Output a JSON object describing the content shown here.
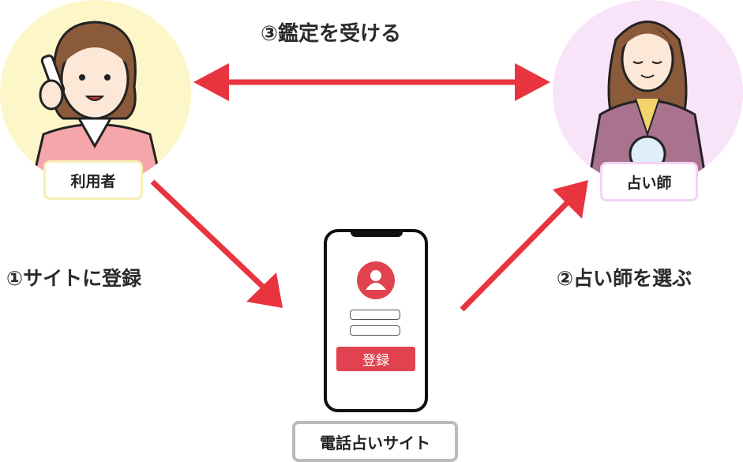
{
  "steps": {
    "register": "①サイトに登録",
    "choose": "②占い師を選ぶ",
    "consult": "③鑑定を受ける"
  },
  "actors": {
    "user": "利用者",
    "fortune_teller": "占い師",
    "site": "電話占いサイト"
  },
  "phone": {
    "register_button": "登録"
  },
  "colors": {
    "arrow": "#e8343e",
    "user_bg": "#fdf6c8",
    "teller_bg": "#f8e3f8",
    "phone_accent": "#e0434f"
  }
}
